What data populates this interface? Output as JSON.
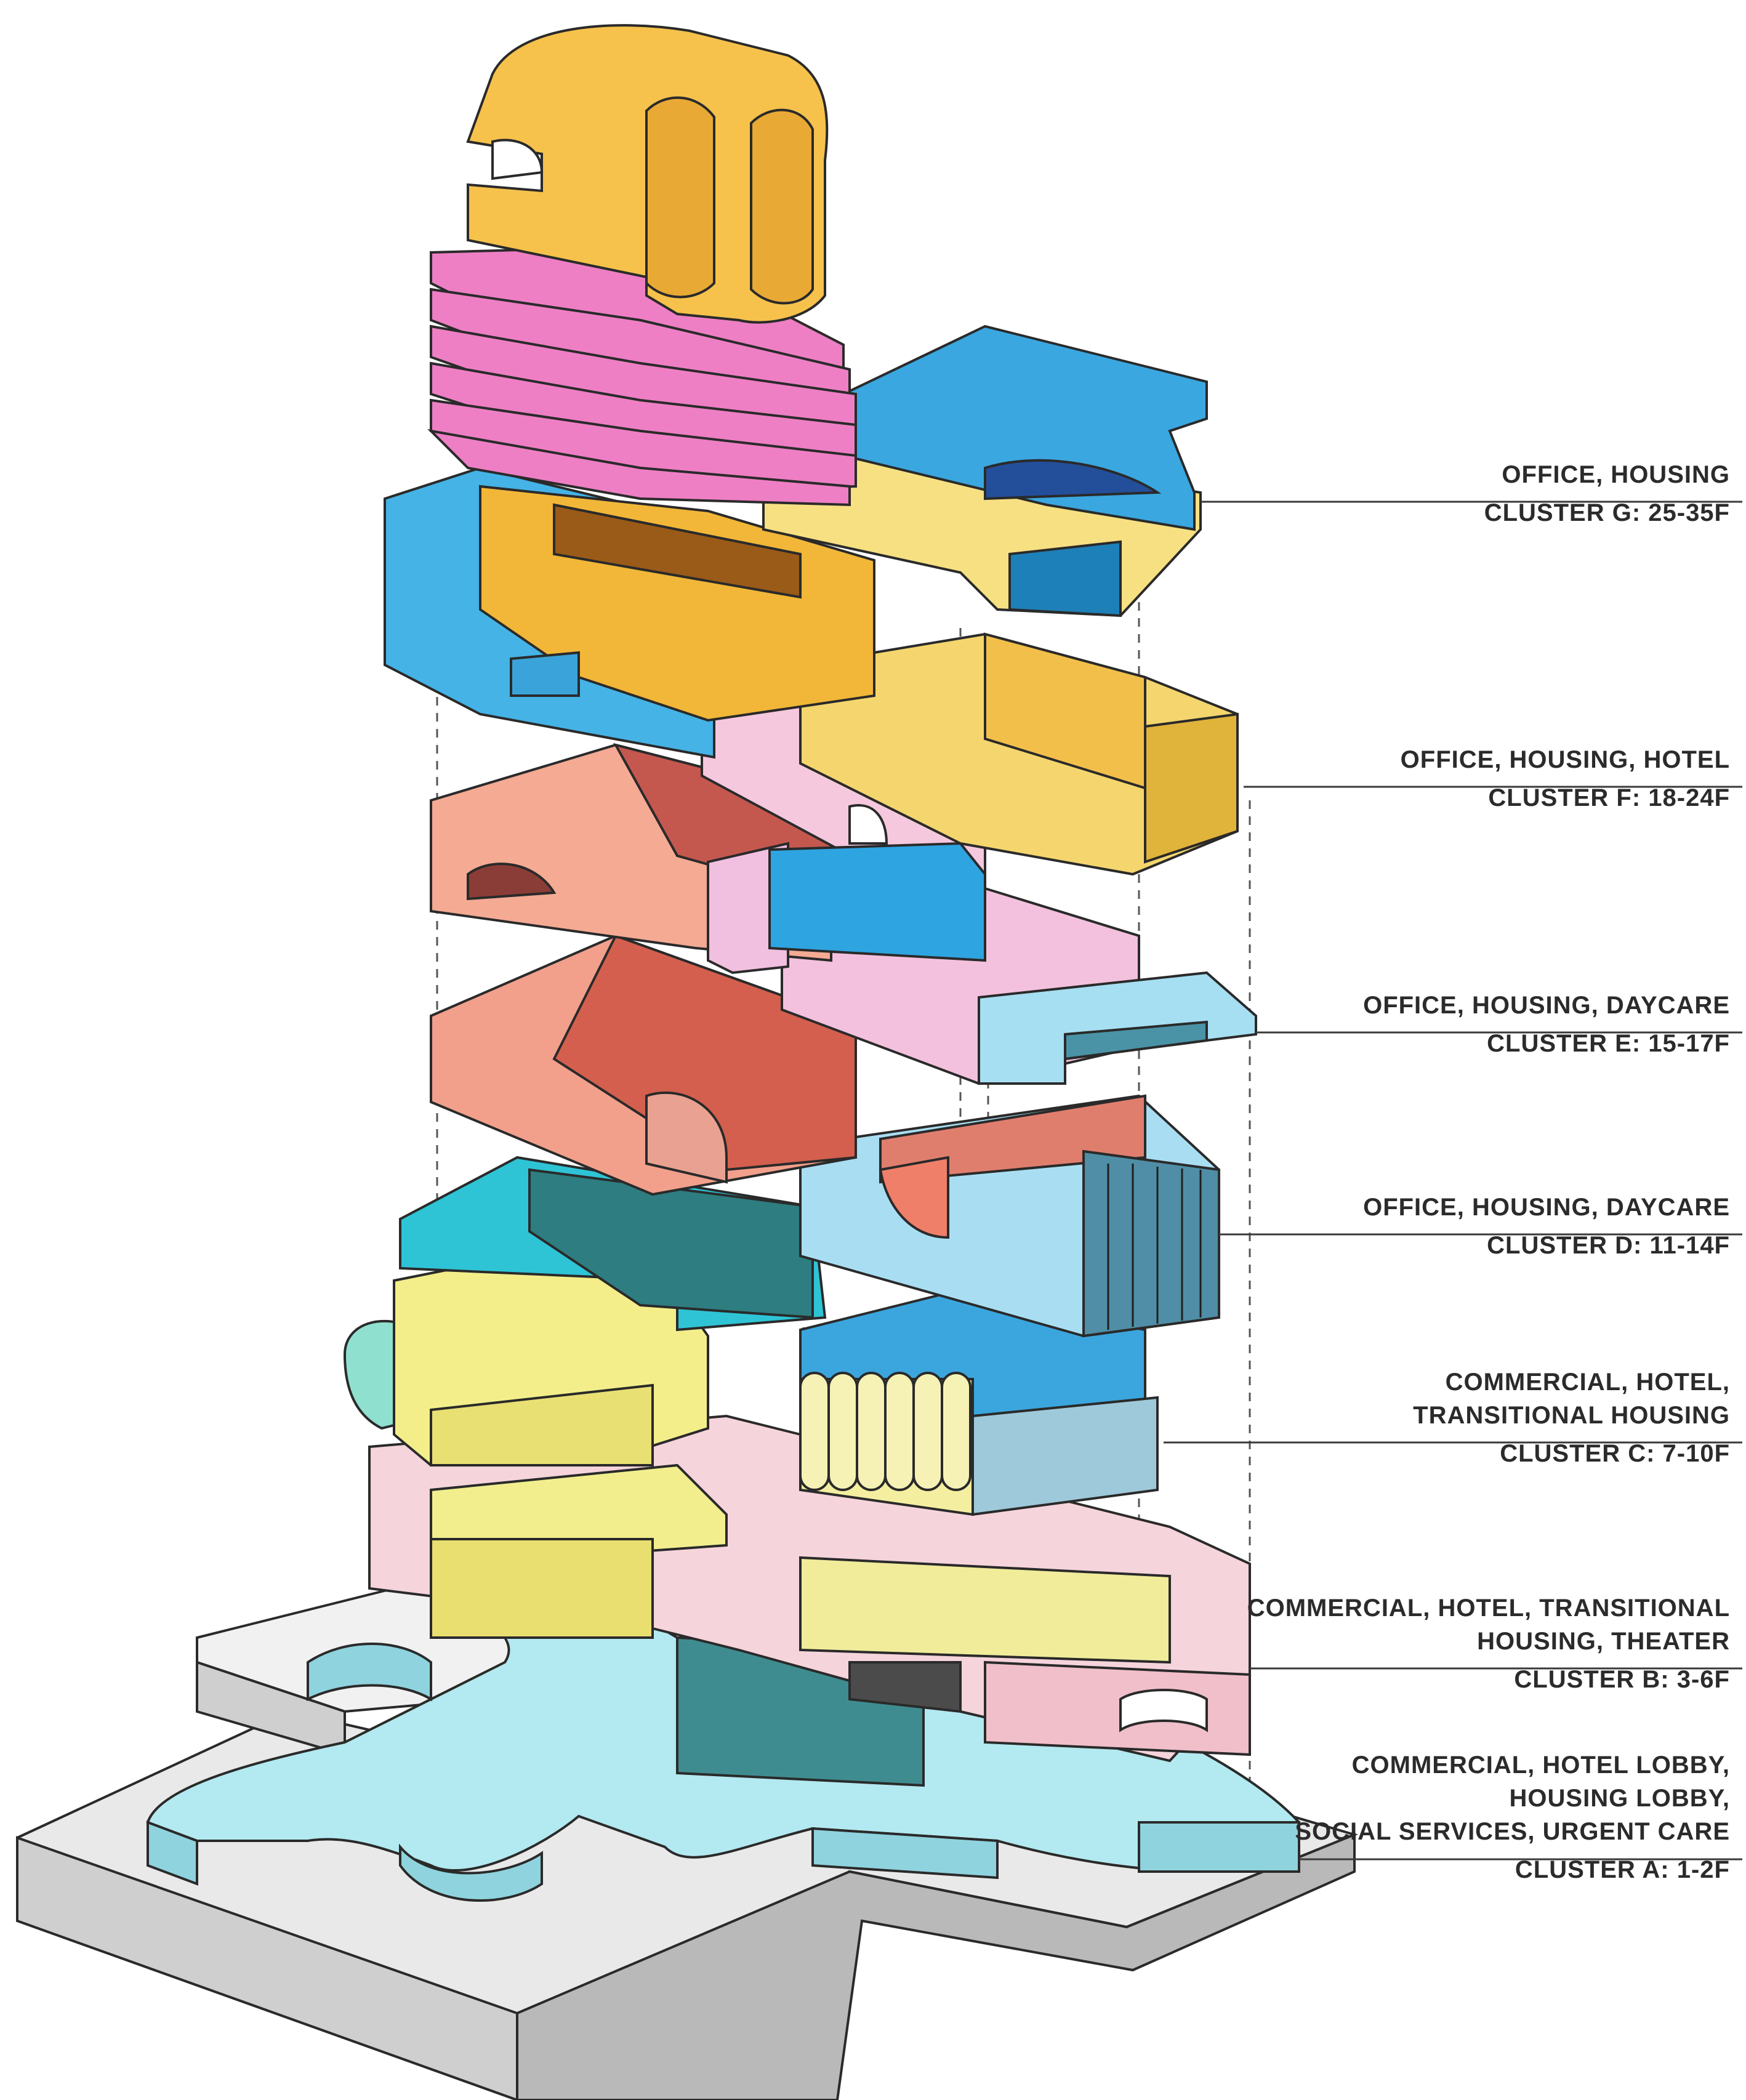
{
  "diagram": {
    "colors": {
      "base": "#d6d6d6",
      "cluster_a": "#a9e6ee",
      "cluster_b": "#f3c9d2",
      "cluster_c": "#f4ec8a",
      "cluster_d": "#37c8d8",
      "cluster_e": "#f0a28a",
      "cluster_f": "#f6d35a",
      "cluster_g": "#3aa9e2",
      "pink": "#ec7cc0",
      "orange": "#f2b33d",
      "outline": "#2a2a2a"
    }
  },
  "clusters": [
    {
      "id": "g",
      "program": "OFFICE, HOUSING",
      "cluster": "CLUSTER G: 25-35F"
    },
    {
      "id": "f",
      "program": "OFFICE, HOUSING, HOTEL",
      "cluster": "CLUSTER F: 18-24F"
    },
    {
      "id": "e",
      "program": "OFFICE, HOUSING, DAYCARE",
      "cluster": "CLUSTER E: 15-17F"
    },
    {
      "id": "d",
      "program": "OFFICE, HOUSING, DAYCARE",
      "cluster": "CLUSTER D: 11-14F"
    },
    {
      "id": "c",
      "program": "COMMERCIAL, HOTEL,\nTRANSITIONAL HOUSING",
      "cluster": "CLUSTER C: 7-10F"
    },
    {
      "id": "b",
      "program": "COMMERCIAL, HOTEL, TRANSITIONAL\nHOUSING, THEATER",
      "cluster": "CLUSTER B: 3-6F"
    },
    {
      "id": "a",
      "program": "COMMERCIAL, HOTEL LOBBY,\nHOUSING LOBBY,\nSOCIAL SERVICES, URGENT CARE",
      "cluster": "CLUSTER A: 1-2F"
    }
  ]
}
